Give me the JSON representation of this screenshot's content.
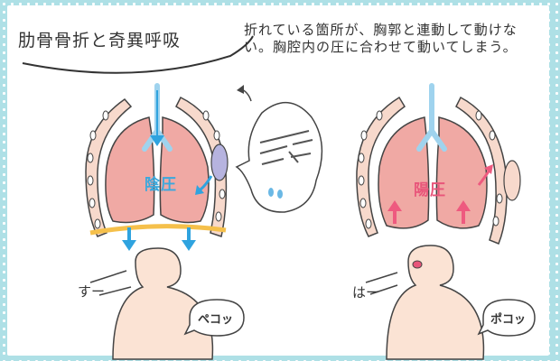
{
  "title": "肋骨骨折と奇異呼吸",
  "note": "折れている箇所が、胸郭と連動して動けない。胸腔内の圧に合わせて動いてしまう。",
  "left_panel": {
    "pressure_label": "陰圧",
    "breath_sound": "すー",
    "bubble_text": "ペコッ"
  },
  "right_panel": {
    "pressure_label": "陽圧",
    "breath_sound": "はー",
    "bubble_text": "ポコッ"
  },
  "colors": {
    "lung": "#f0a9a4",
    "rib": "#f7d9cc",
    "airway": "#9fd3ee",
    "diaphragm": "#f5c04b",
    "inhale_arrow": "#2fa3df",
    "exhale_arrow": "#ee5a7f",
    "skin": "#fbe3d4",
    "fracture": "#b6b3df"
  }
}
